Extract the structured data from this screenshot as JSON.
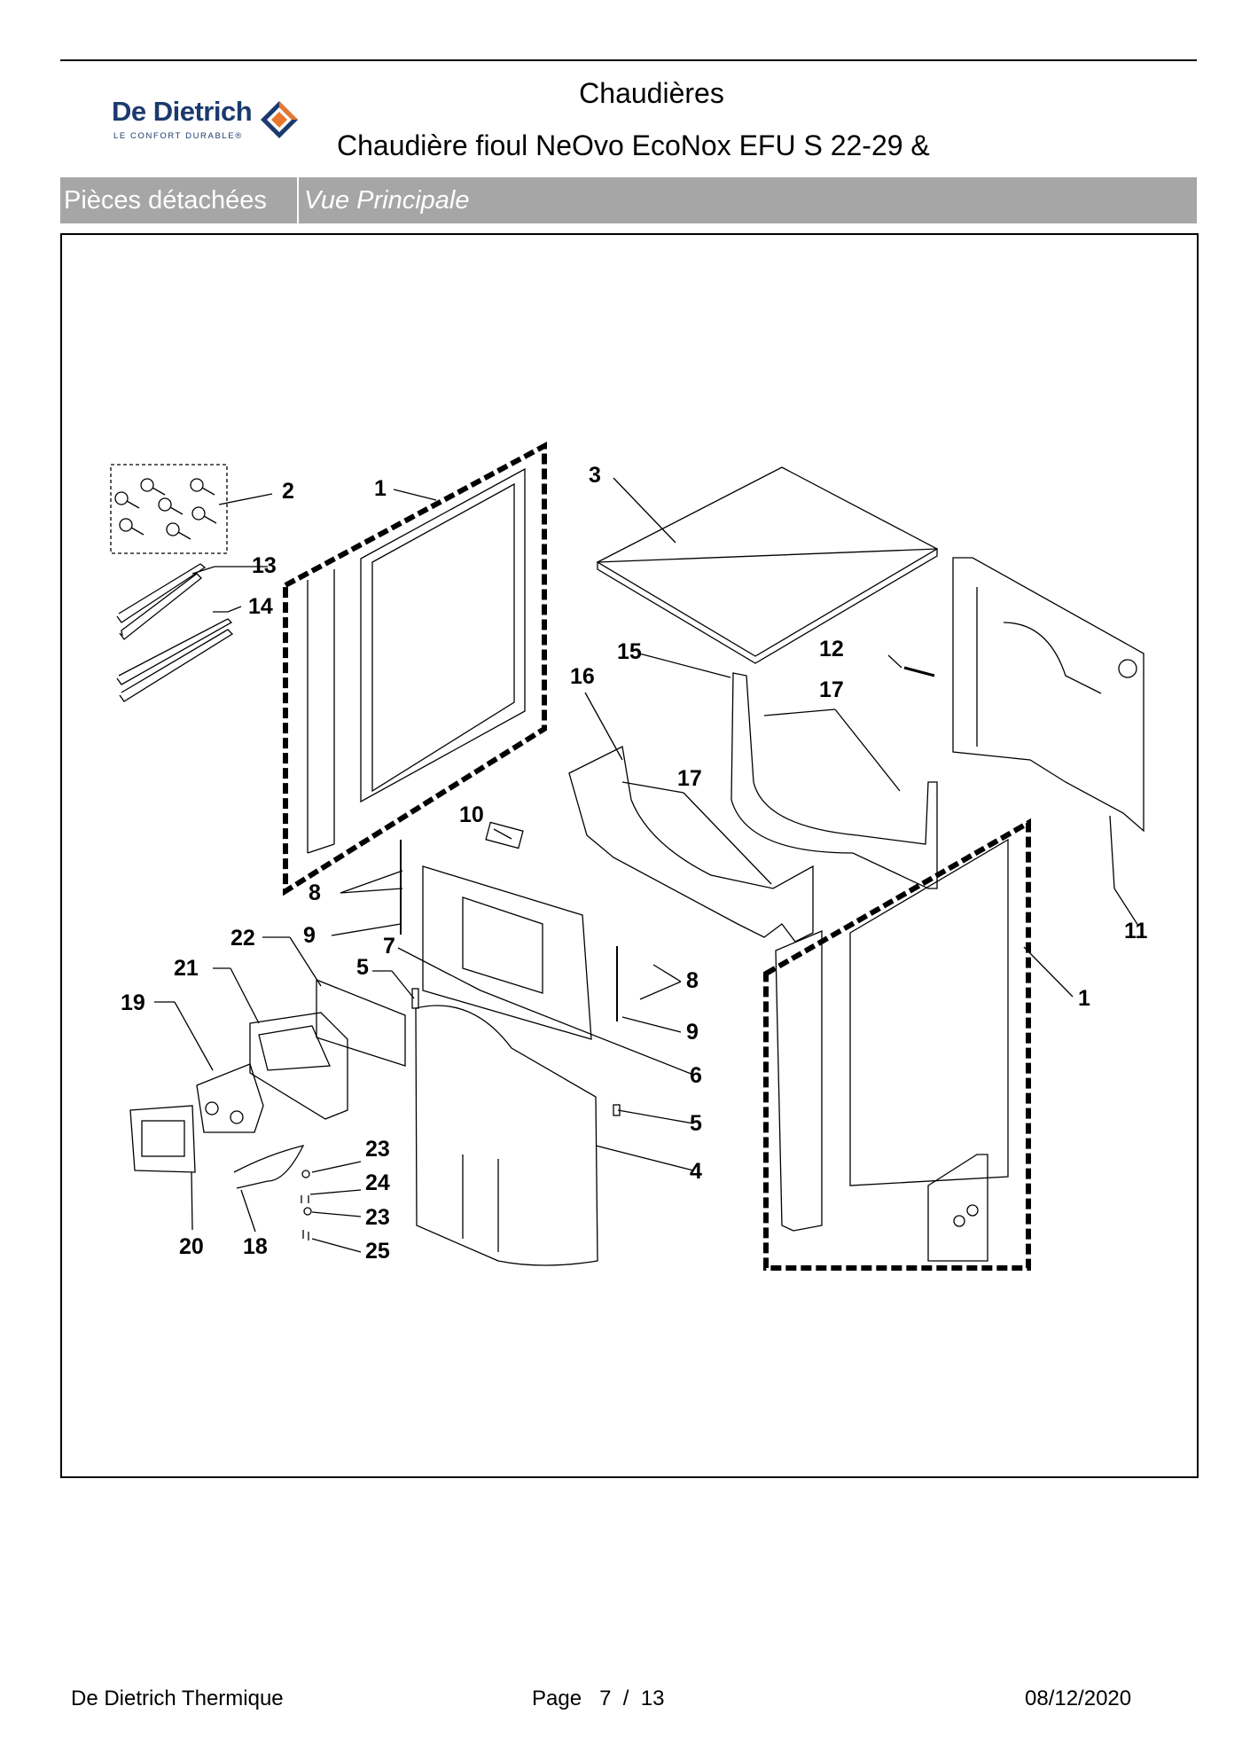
{
  "header": {
    "brand_name": "De Dietrich",
    "brand_tagline": "LE CONFORT DURABLE®",
    "category": "Chaudières",
    "product": "Chaudière fioul NeOvo EcoNox EFU S 22-29 &"
  },
  "section_bar": {
    "label": "Pièces détachées",
    "view": "Vue Principale"
  },
  "diagram": {
    "callouts": [
      "1",
      "1",
      "2",
      "3",
      "4",
      "5",
      "5",
      "6",
      "7",
      "8",
      "8",
      "9",
      "9",
      "10",
      "11",
      "12",
      "13",
      "14",
      "15",
      "16",
      "17",
      "17",
      "18",
      "19",
      "20",
      "21",
      "22",
      "23",
      "23",
      "24",
      "25"
    ]
  },
  "footer": {
    "company": "De Dietrich Thermique",
    "page_label": "Page",
    "page_current": "7",
    "page_sep": "/",
    "page_total": "13",
    "date": "08/12/2020"
  },
  "colors": {
    "brand_blue": "#1b3a6e",
    "brand_orange": "#e8772e",
    "bar_gray": "#a6a6a6"
  }
}
